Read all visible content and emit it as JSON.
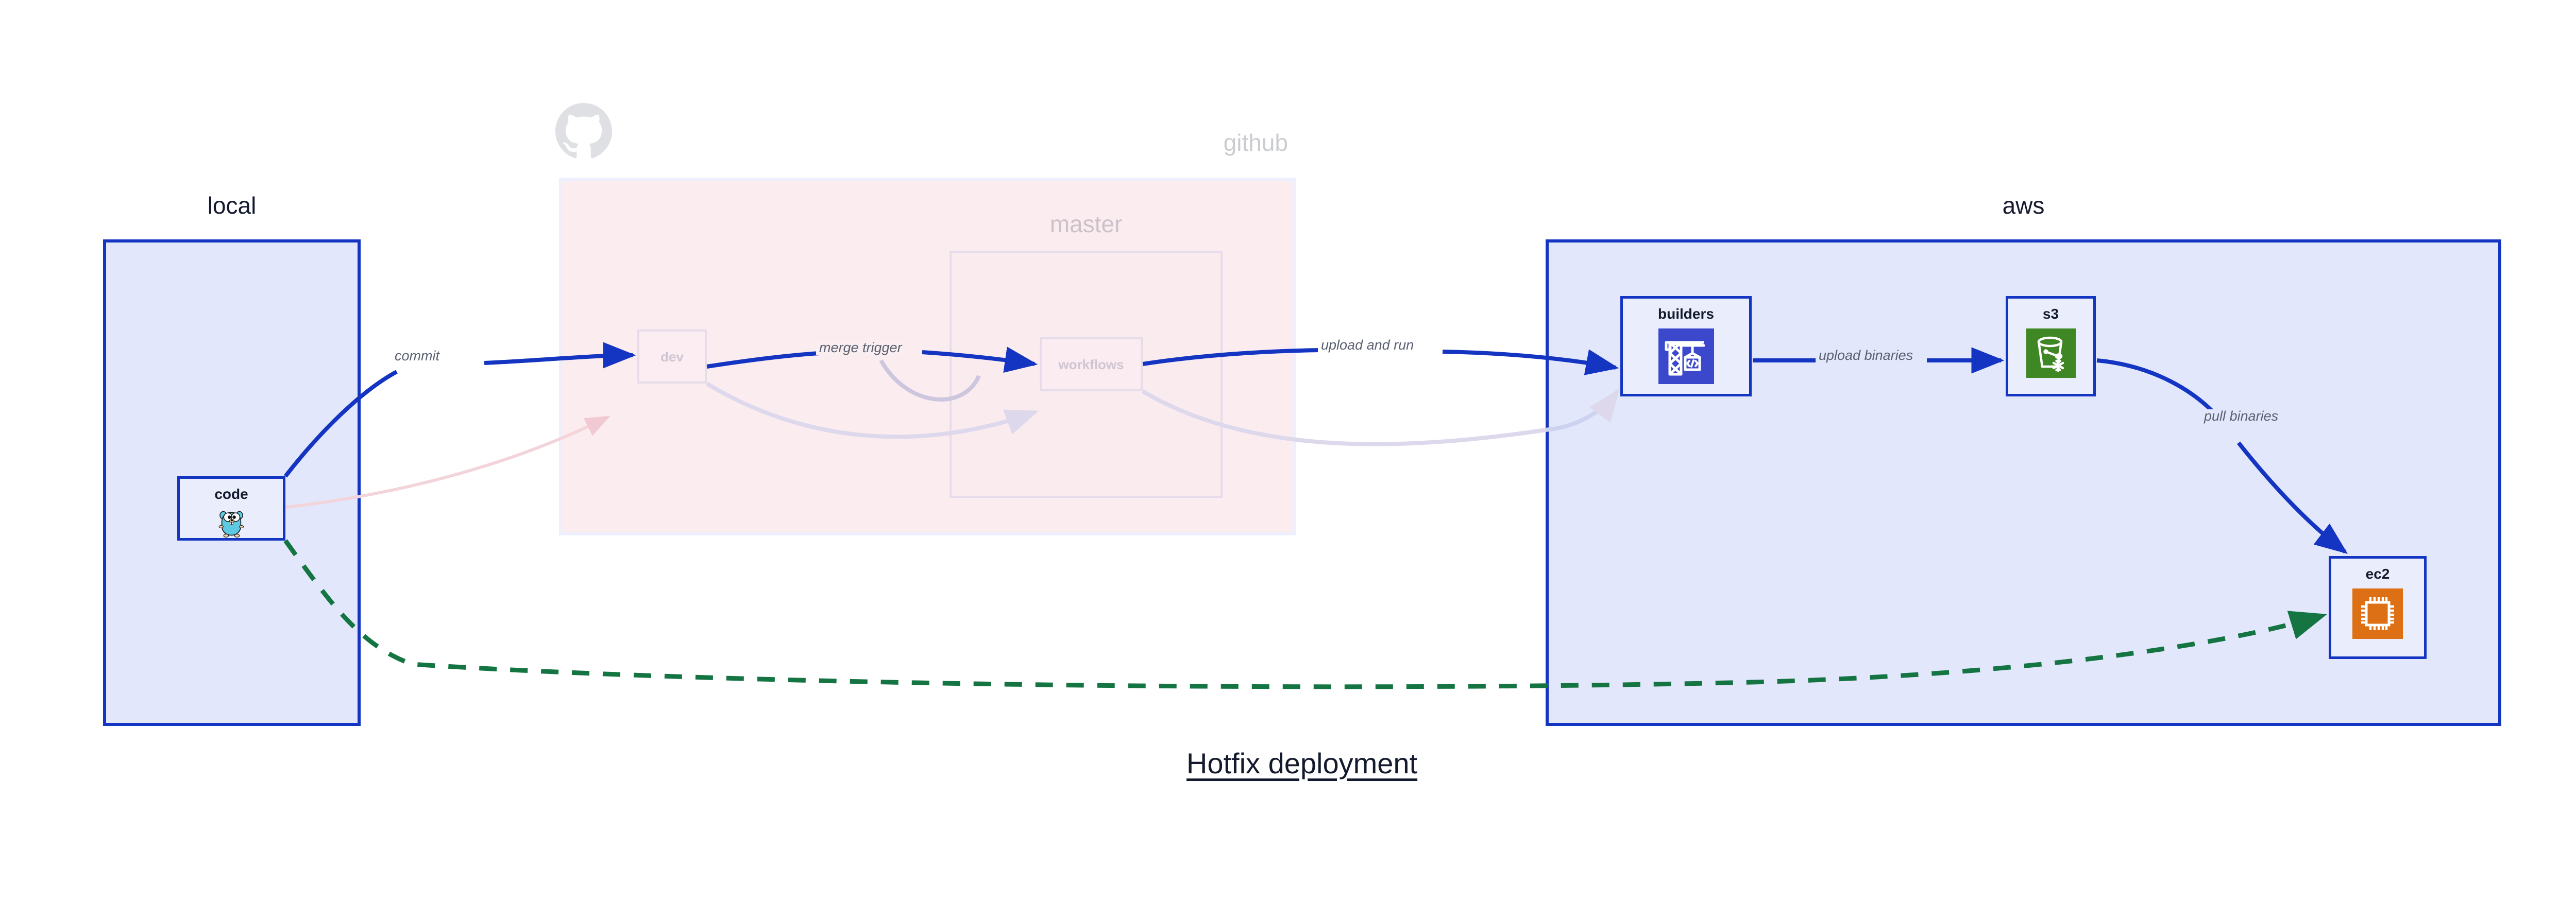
{
  "title": "Hotfix deployment",
  "groups": [
    {
      "id": "local",
      "label": "local"
    },
    {
      "id": "github",
      "label": "github"
    },
    {
      "id": "master",
      "label": "master"
    },
    {
      "id": "aws",
      "label": "aws"
    }
  ],
  "nodes": [
    {
      "id": "code",
      "label": "code",
      "group": "local",
      "icon": "go-gopher-icon",
      "state": "active"
    },
    {
      "id": "dev",
      "label": "dev",
      "group": "github",
      "icon": "none",
      "state": "faded"
    },
    {
      "id": "workflows",
      "label": "workflows",
      "group": "master",
      "icon": "none",
      "state": "faded"
    },
    {
      "id": "builders",
      "label": "builders",
      "group": "aws",
      "icon": "aws-codebuild-icon",
      "state": "active"
    },
    {
      "id": "s3",
      "label": "s3",
      "group": "aws",
      "icon": "aws-s3-glacier-icon",
      "state": "active"
    },
    {
      "id": "ec2",
      "label": "ec2",
      "group": "aws",
      "icon": "aws-ec2-icon",
      "state": "active"
    }
  ],
  "edges": [
    {
      "id": "e-commit",
      "from": "code",
      "to": "dev",
      "label": "commit",
      "style": "solid",
      "color": "#1434c2"
    },
    {
      "id": "e-merge-trigger",
      "from": "dev",
      "to": "workflows",
      "label": "merge trigger",
      "style": "solid",
      "color": "#1434c2"
    },
    {
      "id": "e-upload-and-run",
      "from": "workflows",
      "to": "builders",
      "label": "upload and run",
      "style": "solid",
      "color": "#1434c2"
    },
    {
      "id": "e-upload-binaries",
      "from": "builders",
      "to": "s3",
      "label": "upload binaries",
      "style": "solid",
      "color": "#1434c2"
    },
    {
      "id": "e-pull-binaries",
      "from": "s3",
      "to": "ec2",
      "label": "pull binaries",
      "style": "solid",
      "color": "#1434c2"
    },
    {
      "id": "e-hotfix",
      "from": "code",
      "to": "ec2",
      "label": "",
      "style": "dashed",
      "color": "#147543"
    }
  ],
  "colors": {
    "edge_blue": "#1434c2",
    "edge_green": "#147543",
    "group_blue_fill": "#e3e7fb",
    "group_blue_border": "#1434c2",
    "group_pink_fill": "#f9e2e8",
    "node_fill": "#eaeefc",
    "label_gray": "#5a6070",
    "text_dark": "#141a2e",
    "icon_codebuild": "#3b48cc",
    "icon_s3": "#3f8624",
    "icon_ec2": "#dd7014",
    "icon_gopher": "#5dc9e2"
  }
}
